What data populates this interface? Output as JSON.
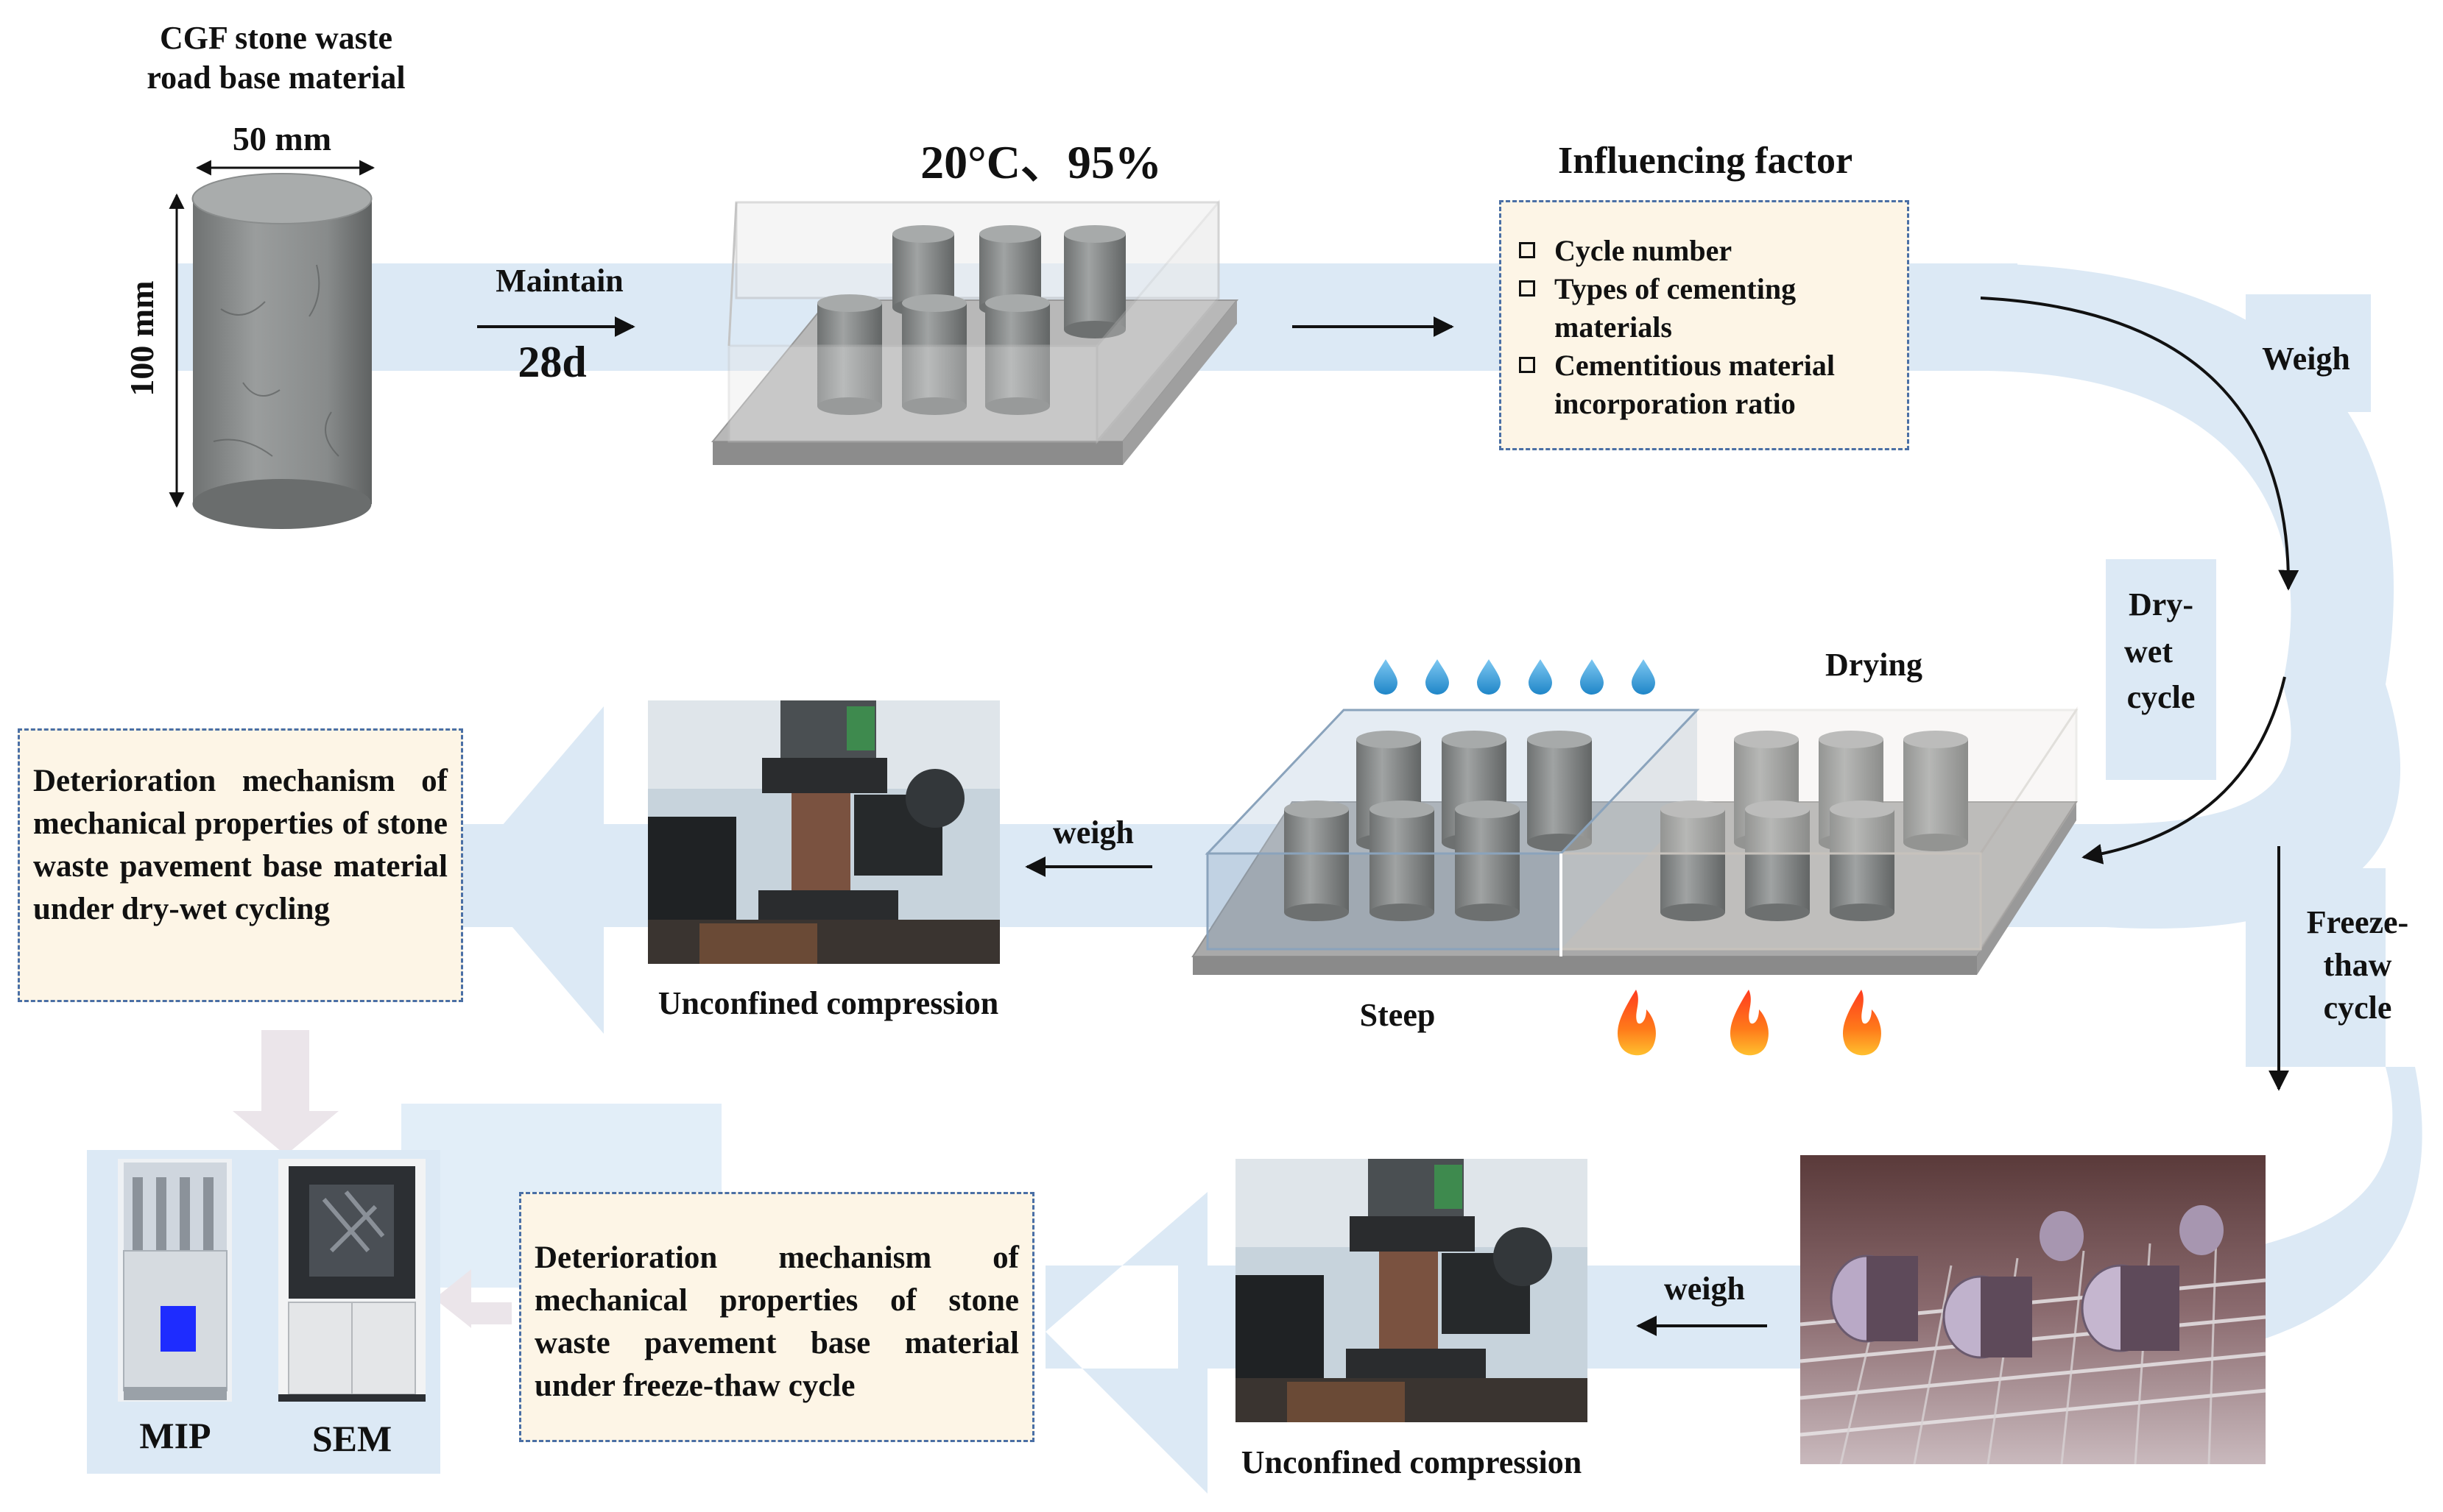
{
  "specimen": {
    "title_line1": "CGF stone waste",
    "title_line2": "road base material",
    "width_label": "50 mm",
    "height_label": "100 mm"
  },
  "curing": {
    "maintain_label": "Maintain",
    "days_label": "28d",
    "conditions_label": "20°C、95%"
  },
  "influencing": {
    "title": "Influencing factor",
    "items": [
      {
        "lines": [
          "Cycle number"
        ]
      },
      {
        "lines": [
          "Types of cementing",
          "materials"
        ]
      },
      {
        "lines": [
          "Cementitious material",
          "incorporation ratio"
        ]
      }
    ]
  },
  "cycles": {
    "weigh_top": "Weigh",
    "dry_wet": [
      "Dry-",
      "wet",
      "cycle"
    ],
    "freeze_thaw": [
      "Freeze-",
      "thaw",
      "cycle"
    ]
  },
  "dry_wet_stage": {
    "drying_label": "Drying",
    "steep_label": "Steep",
    "weigh_label": "weigh",
    "compression_label": "Unconfined compression",
    "mechanism_text": "Deterioration mechanism of mechanical properties of stone waste pavement base material under dry-wet cycling"
  },
  "freeze_thaw_stage": {
    "weigh_label": "weigh",
    "compression_label": "Unconfined compression",
    "mechanism_text": "Deterioration mechanism of mechanical properties of stone waste pavement base material under freeze-thaw cycle"
  },
  "analysis": {
    "mip_label": "MIP",
    "sem_label": "SEM"
  },
  "colors": {
    "flow_band": "#dce9f5",
    "box_fill": "#fdf5e6",
    "box_border": "#4a6fa5",
    "specimen_gray": "#7d8080",
    "arrow_gray": "#ebe5ea"
  }
}
